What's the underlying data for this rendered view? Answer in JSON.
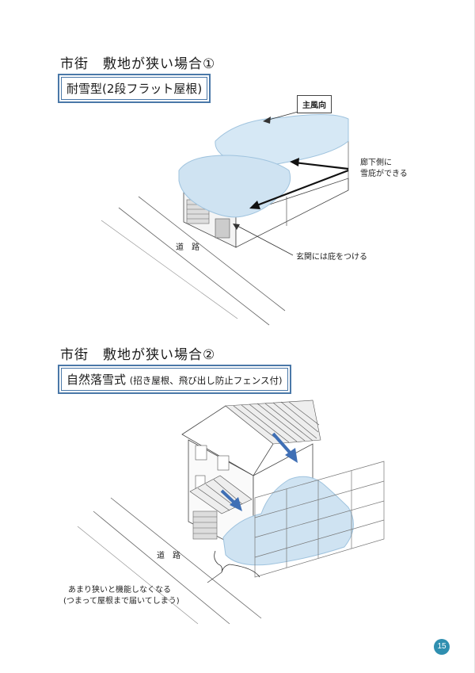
{
  "section1": {
    "heading": "市街　敷地が狭い場合①",
    "title": "耐雪型(2段フラット屋根)",
    "labels": {
      "wind": "主風向",
      "corridor_line1": "廊下側に",
      "corridor_line2": "雪庇ができる",
      "road": "道　路",
      "entrance": "玄関には庇をつける"
    }
  },
  "section2": {
    "heading": "市街　敷地が狭い場合②",
    "title_main": "自然落雪式",
    "title_sub": "(招き屋根、飛び出し防止フェンス付)",
    "labels": {
      "road": "道　路",
      "note_line1": "あまり狭いと機能しなくなる",
      "note_line2": "(つまって屋根まで届いてしまう)"
    }
  },
  "page_number": "15",
  "colors": {
    "accent_blue": "#4a78a8",
    "snow": "#cfe3f2",
    "arrow_blue": "#3f6fb5",
    "page_badge": "#2f8fb0"
  }
}
